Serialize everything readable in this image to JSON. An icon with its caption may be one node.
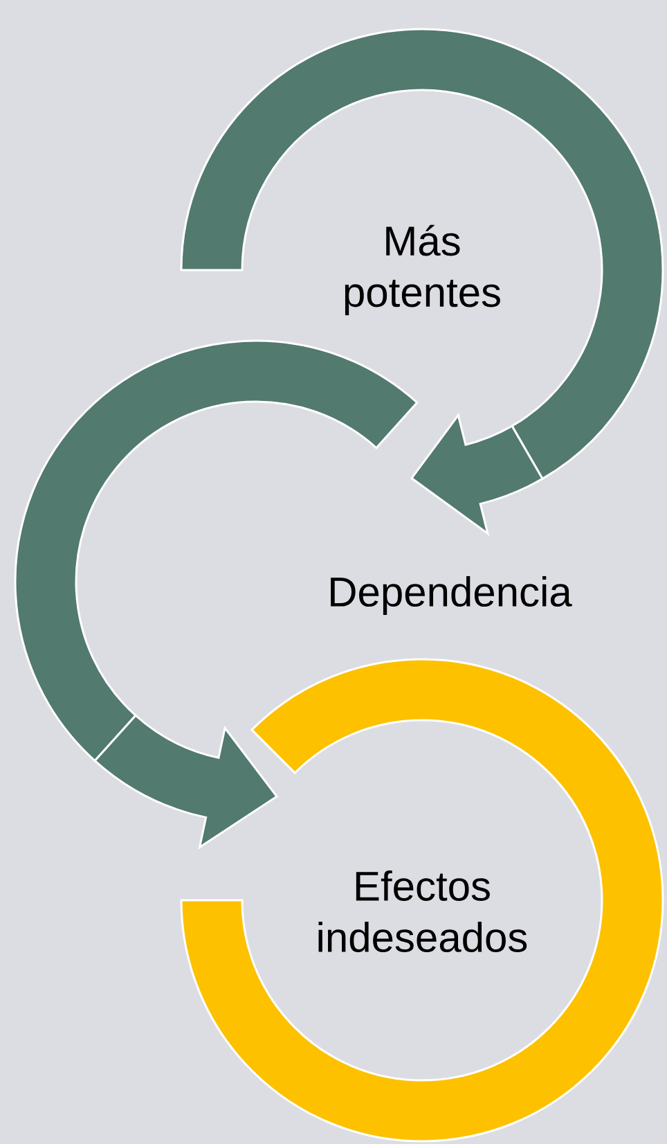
{
  "diagram": {
    "nodes": [
      {
        "text": [
          "Más potentes"
        ]
      },
      {
        "text": [
          "Dependencia"
        ]
      },
      {
        "text": [
          "Efectos indeseados"
        ]
      }
    ],
    "edges": [
      {
        "from": 0,
        "to": 1,
        "arrow": "to"
      },
      {
        "from": 1,
        "to": 2,
        "arrow": "to"
      }
    ]
  }
}
